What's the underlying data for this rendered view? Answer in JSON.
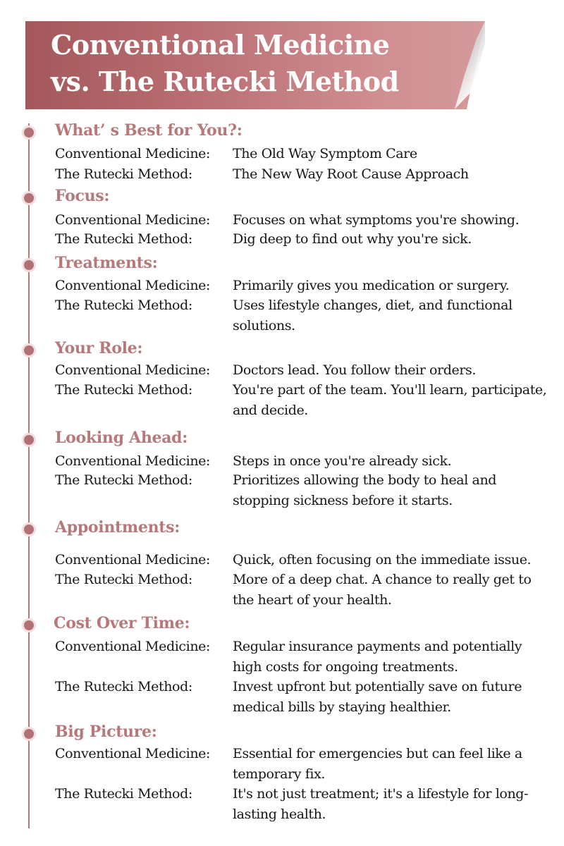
{
  "title": {
    "line1": "Conventional Medicine",
    "line2": "vs. The Rutecki Method"
  },
  "sections": [
    {
      "title": "What’ s Best for You?:",
      "rows": [
        {
          "label": "Conventional Medicine:",
          "value": "The Old Way Symptom Care"
        },
        {
          "label": "The Rutecki Method:",
          "value": "The New Way Root Cause Approach"
        }
      ]
    },
    {
      "title": "Focus:",
      "rows": [
        {
          "label": "Conventional Medicine:",
          "value": "Focuses on what symptoms you're showing."
        },
        {
          "label": "The Rutecki Method:",
          "value": "Dig deep to find out why you're sick."
        }
      ]
    },
    {
      "title": "Treatments:",
      "rows": [
        {
          "label": "Conventional Medicine:",
          "value": "Primarily gives you medication or surgery."
        },
        {
          "label": "The Rutecki Method:",
          "value": "Uses lifestyle changes, diet, and functional solutions."
        }
      ]
    },
    {
      "title": "Your Role:",
      "rows": [
        {
          "label": "Conventional Medicine:",
          "value": "Doctors lead. You follow their orders."
        },
        {
          "label": "The Rutecki Method:",
          "value": "You're part of the team. You'll learn, participate, and decide."
        }
      ]
    },
    {
      "title": "Looking Ahead:",
      "rows": [
        {
          "label": "Conventional Medicine:",
          "value": "Steps in once you're already sick."
        },
        {
          "label": "The Rutecki Method:",
          "value": "Prioritizes allowing the body to heal and stopping sickness before it starts."
        }
      ]
    },
    {
      "title": "Appointments:",
      "rows": [
        {
          "label": "Conventional Medicine:",
          "value": "Quick, often focusing on the immediate issue."
        },
        {
          "label": "The Rutecki Method:",
          "value": "More of a deep chat. A chance to really get to the heart of your health."
        }
      ]
    },
    {
      "title": "Cost Over Time:",
      "rows": [
        {
          "label": "Conventional Medicine:",
          "value": "Regular insurance payments and potentially high costs for ongoing treatments."
        },
        {
          "label": "The Rutecki Method:",
          "value": "Invest upfront but potentially save on future medical bills by staying healthier."
        }
      ]
    },
    {
      "title": "Big Picture:",
      "rows": [
        {
          "label": "Conventional Medicine:",
          "value": "Essential for emergencies but can feel like a temporary fix."
        },
        {
          "label": "The Rutecki Method:",
          "value": "It's not just treatment; it's a lifestyle for long-lasting health."
        }
      ]
    }
  ]
}
